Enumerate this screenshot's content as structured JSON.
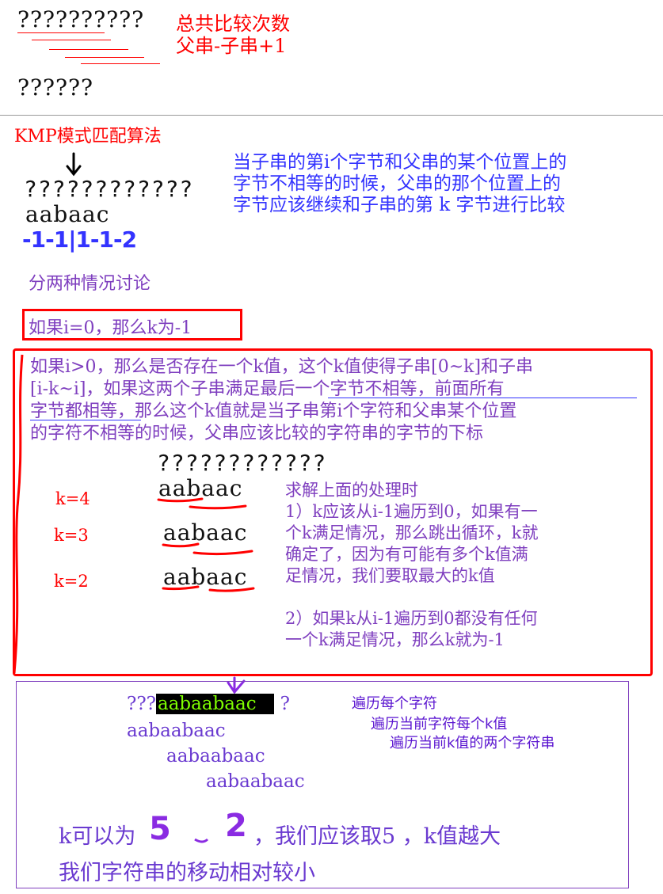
{
  "top": {
    "question_line_1": "??????????",
    "note_line_1": "总共比较次数",
    "note_line_2": "父串-子串+1",
    "question_line_2": "??????"
  },
  "kmp": {
    "title": "KMP模式匹配算法",
    "parent_placeholder": "????????????",
    "child_string": "aabaac",
    "next_values": "-1-1|1-1-2",
    "explanation": [
      "当子串的第i个字节和父串的某个位置上的",
      "字节不相等的时候，父串的那个位置上的",
      "字节应该继续和子串的第 k 字节进行比较"
    ],
    "two_cases": "分两种情况讨论",
    "case_1": "如果i=0，那么k为-1",
    "case_2_lines": [
      "如果i>0，那么是否存在一个k值，这个k值使得子串[0~k]和子串",
      "[i-k~i]，如果这两个子串满足最后一个字节不相等，前面所有",
      "字节都相等，那么这个k值就是当子串第i个字符和父串某个位置",
      "的字符不相等的时候，父串应该比较的字符串的字节的下标"
    ]
  },
  "examples": {
    "parent_placeholder": "????????????",
    "rows": [
      {
        "k_label": "k=4",
        "string": "aabaac"
      },
      {
        "k_label": "k=3",
        "string": "aabaac"
      },
      {
        "k_label": "k=2",
        "string": "aabaac"
      }
    ],
    "solution_lines": [
      "求解上面的处理时",
      "1）k应该从i-1遍历到0，如果有一",
      "个k满足情况，那么跳出循环，k就",
      "确定了，因为有可能有多个k值满",
      "足情况，我们要取最大的k值",
      "",
      "2）如果k从i-1遍历到0都没有任何",
      "一个k满足情况，那么k就为-1"
    ]
  },
  "bottom": {
    "prefix": "???",
    "highlighted": "aabaabaac",
    "suffix": "?",
    "shifted": [
      "aabaabaac",
      "aabaabaac",
      "aabaabaac"
    ],
    "loops": [
      "遍历每个字符",
      "遍历当前字符每个k值",
      "遍历当前k值的两个字符串"
    ],
    "k_can_be": "k可以为",
    "handwritten_5": "5",
    "handwritten_sep": "、",
    "handwritten_2": "2",
    "conclusion_1": "，我们应该取5 ，k值越大",
    "conclusion_2": "我们字符串的移动相对较小"
  },
  "colors": {
    "red": "#ff0000",
    "blue": "#3333ff",
    "purple": "#7f3fbf",
    "highlight_bg": "#000000",
    "highlight_fg": "#7fff00"
  }
}
